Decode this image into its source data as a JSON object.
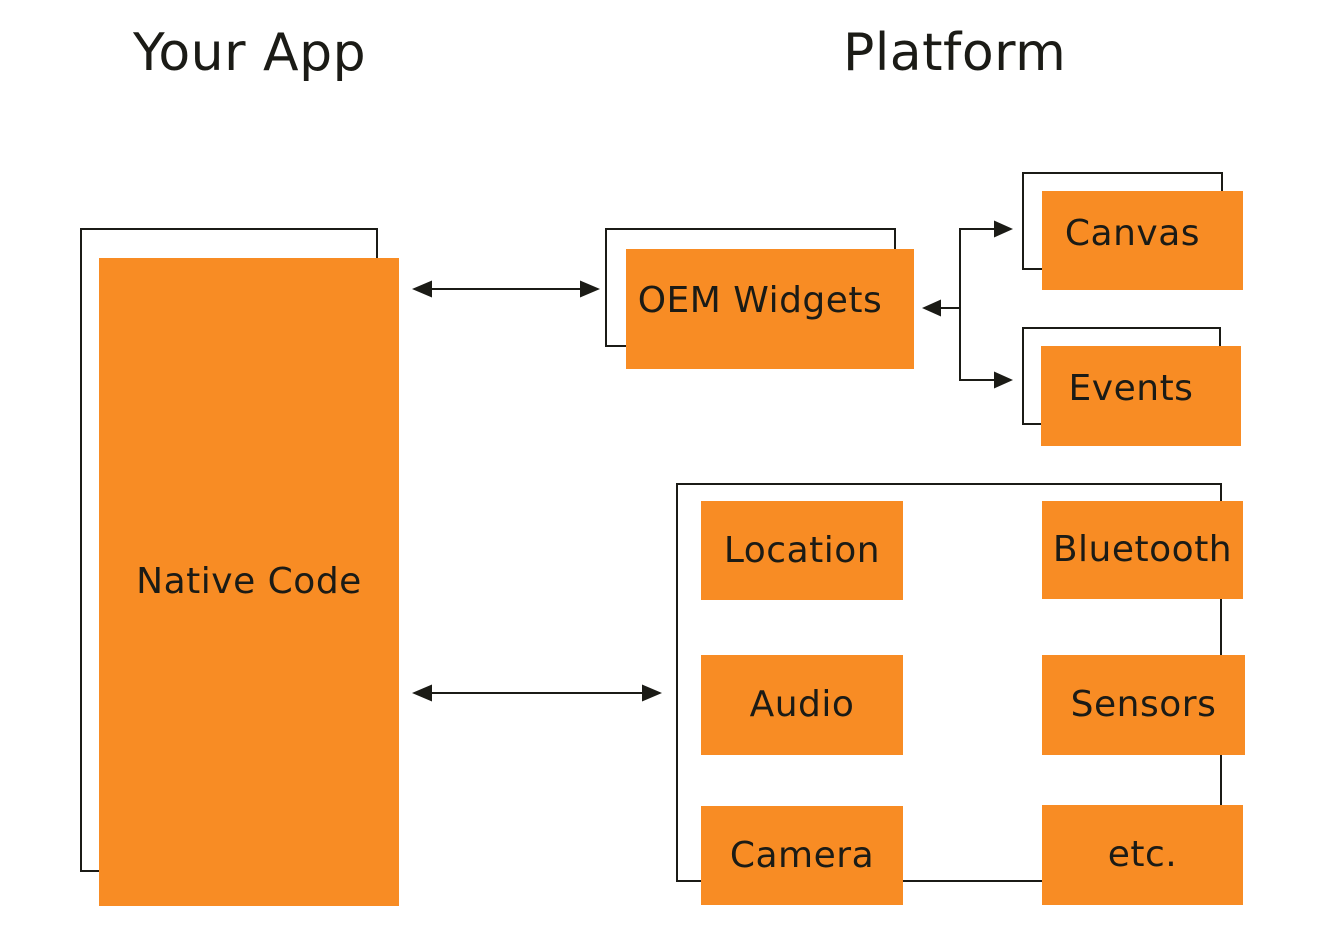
{
  "titles": {
    "left": "Your App",
    "right": "Platform"
  },
  "colors": {
    "accent_orange": "#F88C24",
    "outline_ink": "#1B1B16",
    "background": "#FFFFFF"
  },
  "nodes": {
    "native_code": {
      "label": "Native Code"
    },
    "oem_widgets": {
      "label": "OEM Widgets"
    },
    "canvas": {
      "label": "Canvas"
    },
    "events": {
      "label": "Events"
    },
    "platform_services": {
      "items": [
        "Location",
        "Bluetooth",
        "Audio",
        "Sensors",
        "Camera",
        "etc."
      ]
    }
  },
  "edges": [
    {
      "between": [
        "Native Code",
        "OEM Widgets"
      ],
      "type": "double-headed-arrow"
    },
    {
      "between": [
        "Native Code",
        "Platform services"
      ],
      "type": "double-headed-arrow"
    },
    {
      "between": [
        "OEM Widgets",
        "Canvas"
      ],
      "type": "bracket-arrow"
    },
    {
      "between": [
        "OEM Widgets",
        "Events"
      ],
      "type": "bracket-arrow"
    }
  ]
}
